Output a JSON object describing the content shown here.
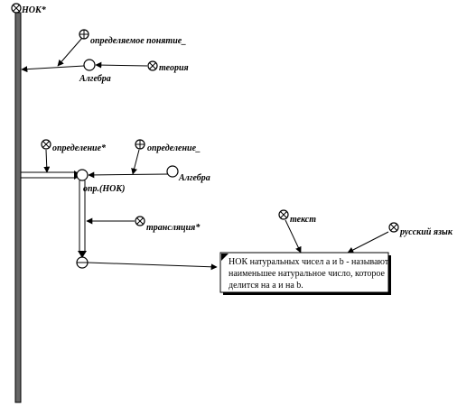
{
  "nodes": {
    "nok": "НОК*",
    "opredelyaemoe": "определяемое понятие_",
    "algebra_top": "Алгебра",
    "teoriya": "теория",
    "opredelenie_star": "определение*",
    "opredelenie_plus": "определение_",
    "algebra_mid": "Алгебра",
    "opr_nok": "опр.(НОК)",
    "translyaciya": "трансляция*",
    "tekst": "текст",
    "russkiy": "русский язык"
  },
  "textbox": {
    "lines": [
      "НОК натуральных чисел a и b - называют",
      "наименьшее натуральное число, которое",
      "делится на a и на b."
    ]
  }
}
